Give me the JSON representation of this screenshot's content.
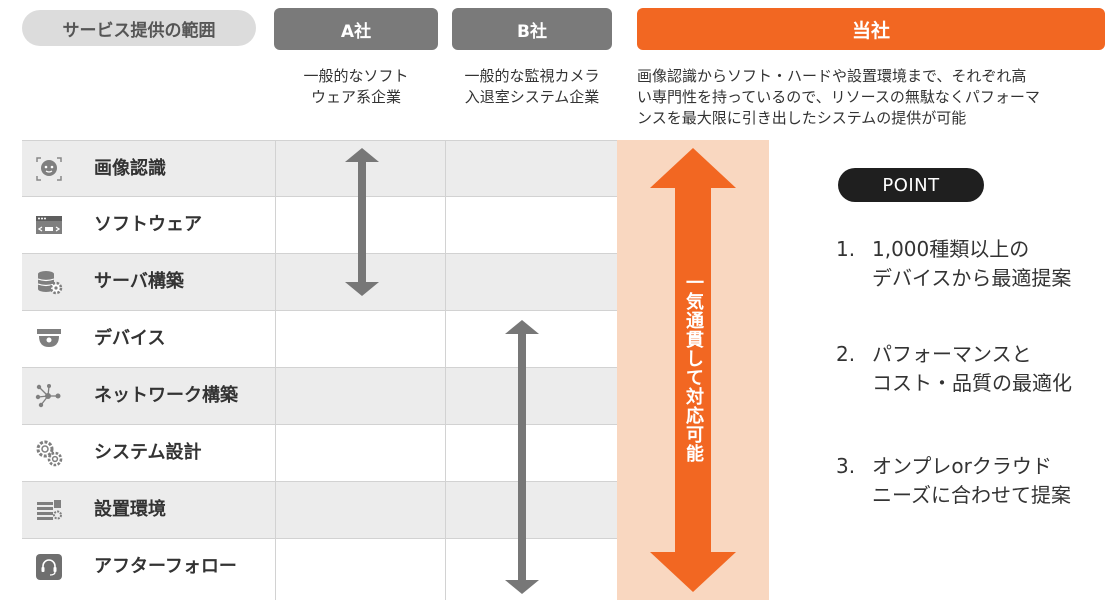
{
  "header": {
    "scope_label": "サービス提供の範囲",
    "company_a": "A社",
    "company_b": "B社",
    "ours": "当社"
  },
  "descriptions": {
    "company_a": [
      "一般的なソフト",
      "ウェア系企業"
    ],
    "company_b": [
      "一般的な監視カメラ",
      "入退室システム企業"
    ],
    "ours": [
      "画像認識からソフト・ハードや設置環境まで、それぞれ高",
      "い専門性を持っているので、リソースの無駄なくパフォーマ",
      "ンスを最大限に引き出したシステムの提供が可能"
    ]
  },
  "services": [
    {
      "label": "画像認識",
      "icon": "face-recognition-icon"
    },
    {
      "label": "ソフトウェア",
      "icon": "software-window-icon"
    },
    {
      "label": "サーバ構築",
      "icon": "server-database-icon"
    },
    {
      "label": "デバイス",
      "icon": "camera-device-icon"
    },
    {
      "label": "ネットワーク構築",
      "icon": "network-nodes-icon"
    },
    {
      "label": "システム設計",
      "icon": "gears-icon"
    },
    {
      "label": "設置環境",
      "icon": "installation-rack-icon"
    },
    {
      "label": "アフターフォロー",
      "icon": "headset-support-icon"
    }
  ],
  "coverage": {
    "company_a": {
      "from": "画像認識",
      "to": "サーバ構築"
    },
    "company_b": {
      "from": "デバイス",
      "to": "アフターフォロー"
    },
    "ours": {
      "from": "画像認識",
      "to": "アフターフォロー",
      "label": "一気通貫して対応可能"
    }
  },
  "point": {
    "badge": "POINT",
    "items": [
      {
        "num": "1.",
        "lines": [
          "1,000種類以上の",
          "デバイスから最適提案"
        ]
      },
      {
        "num": "2.",
        "lines": [
          "パフォーマンスと",
          "コスト・品質の最適化"
        ]
      },
      {
        "num": "3.",
        "lines": [
          "オンプレorクラウド",
          "ニーズに合わせて提案"
        ]
      }
    ]
  },
  "colors": {
    "accent": "#f26722",
    "accent_light": "#f9d7c0",
    "competitor_header": "#7a7a7a",
    "arrow_gray": "#777777",
    "row_shade": "#ececec"
  }
}
